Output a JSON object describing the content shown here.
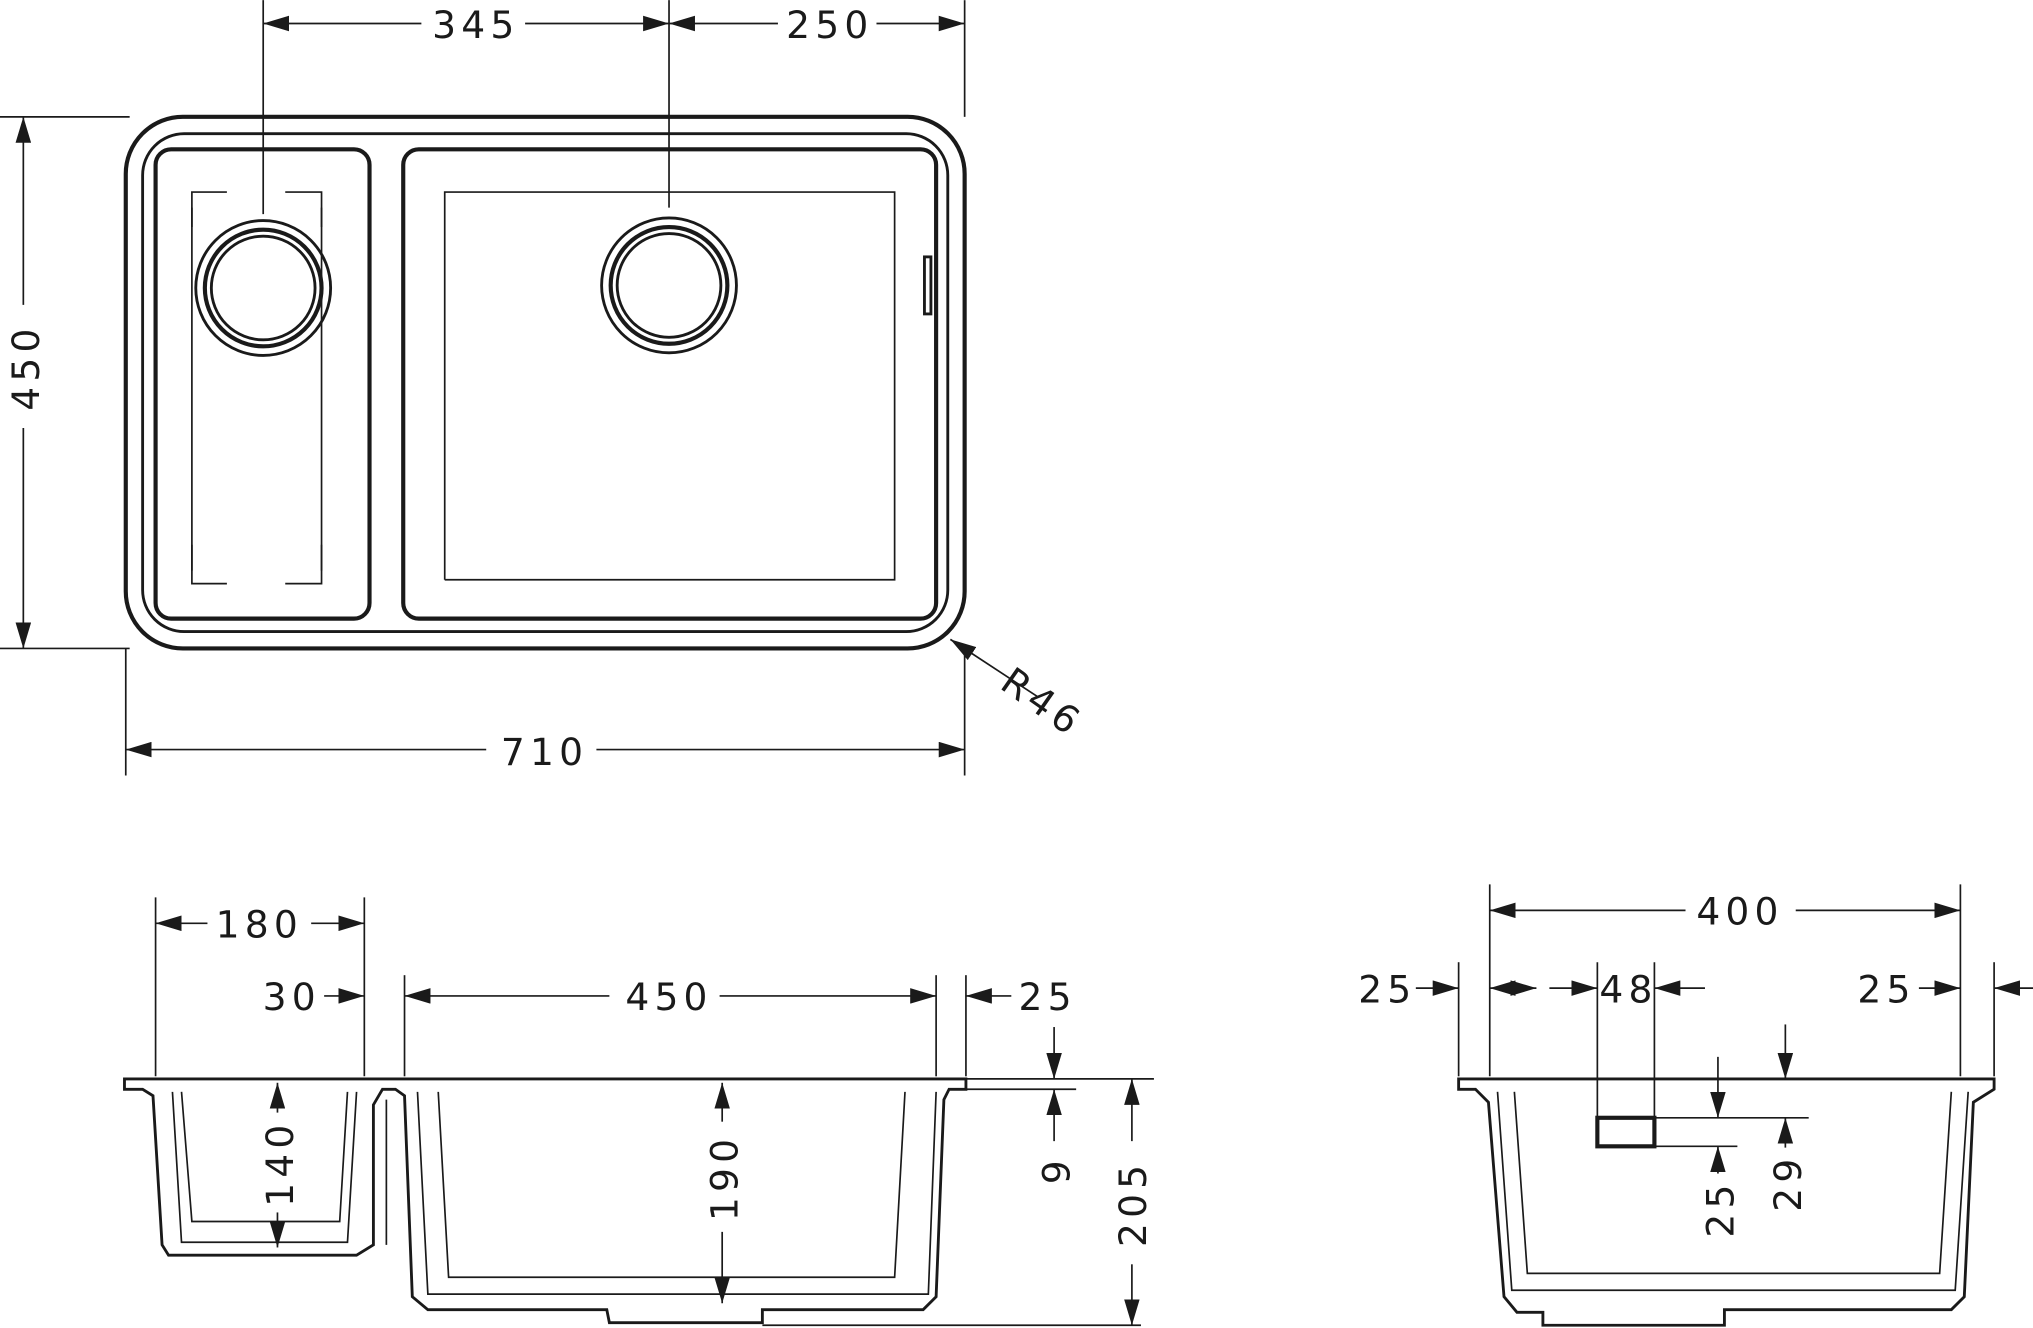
{
  "top_view": {
    "dim_left_drain": "345",
    "dim_right_drain": "250",
    "dim_depth": "450",
    "dim_width": "710",
    "dim_radius": "R46"
  },
  "front_section": {
    "dim_small_bowl": "180",
    "dim_rim_small": "30",
    "dim_large_bowl": "450",
    "dim_rim_right": "25",
    "dim_rim_thickness": "9",
    "dim_total_height": "205",
    "dim_small_depth": "140",
    "dim_large_depth": "190"
  },
  "side_section": {
    "dim_bowl_width": "400",
    "dim_rim_left": "25",
    "dim_overflow_width": "48",
    "dim_rim_right": "25",
    "dim_overflow_offset": "25",
    "dim_overflow_height": "29"
  }
}
